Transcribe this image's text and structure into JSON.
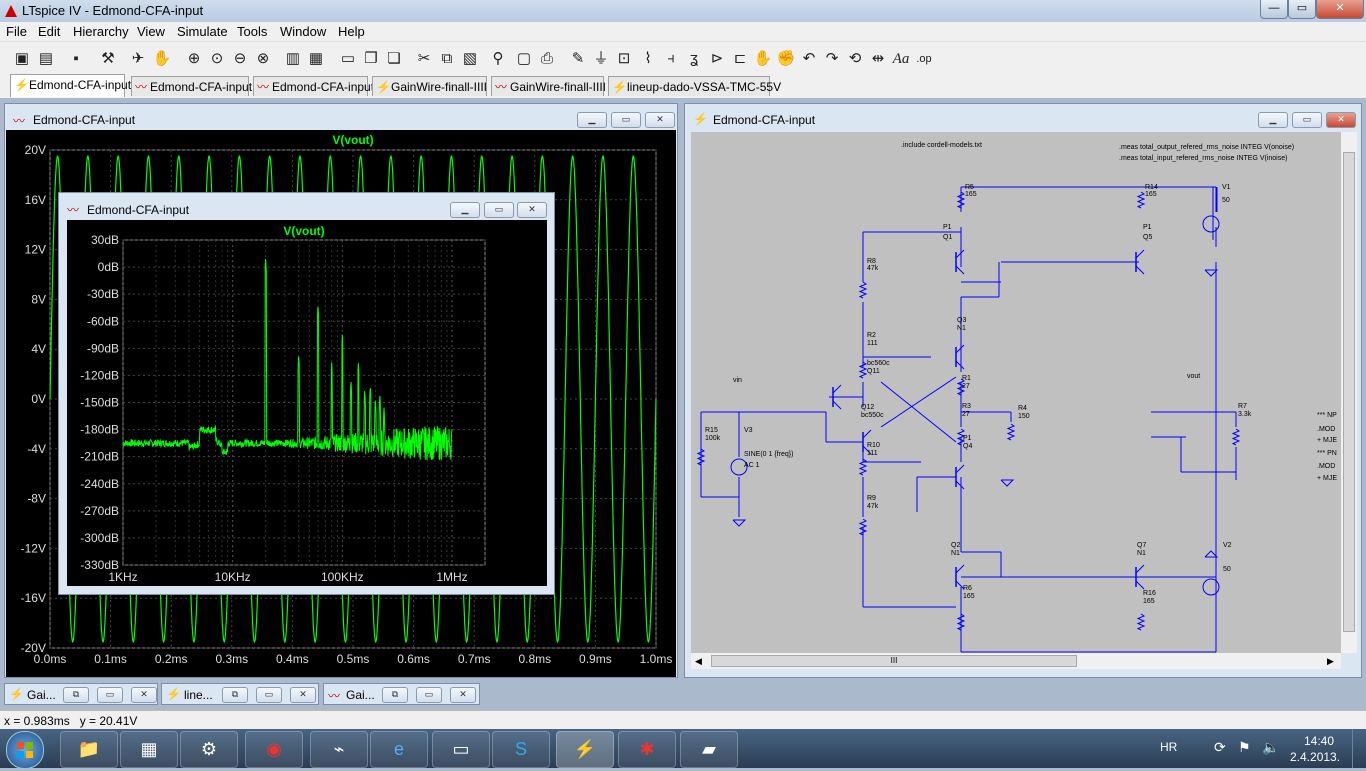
{
  "window": {
    "title": "LTspice IV - Edmond-CFA-input",
    "min": "—",
    "max": "▭",
    "close": "✕"
  },
  "menu": [
    "File",
    "Edit",
    "Hierarchy",
    "View",
    "Simulate",
    "Tools",
    "Window",
    "Help"
  ],
  "tabs": [
    {
      "label": "Edmond-CFA-input",
      "kind": "schematic",
      "active": true
    },
    {
      "label": "Edmond-CFA-input",
      "kind": "plot",
      "active": false
    },
    {
      "label": "Edmond-CFA-input",
      "kind": "plot",
      "active": false
    },
    {
      "label": "GainWire-finall-IIII",
      "kind": "schematic",
      "active": false
    },
    {
      "label": "GainWire-finall-IIII",
      "kind": "plot",
      "active": false
    },
    {
      "label": "lineup-dado-VSSA-TMC-55V",
      "kind": "schematic",
      "active": false
    }
  ],
  "waveform_window": {
    "title": "Edmond-CFA-input"
  },
  "fft_window": {
    "title": "Edmond-CFA-input"
  },
  "schematic_window": {
    "title": "Edmond-CFA-input"
  },
  "schematic": {
    "directives": [
      ".include cordell-models.txt",
      ".meas total_output_refered_rms_noise INTEG V(onoise)",
      ".meas total_input_refered_rms_noise INTEG V(inoise)"
    ],
    "labels": [
      "R5",
      "165",
      "R14",
      "165",
      "V1",
      "50",
      "P1",
      "Q1",
      "P1",
      "Q5",
      "R8",
      "47k",
      "Q3",
      "N1",
      "R2",
      "111",
      "bc560c",
      "Q11",
      "R1",
      "27",
      "vin",
      "R4",
      "150",
      "vout",
      "R7",
      "3.3k",
      "R15",
      "100k",
      "V3",
      "SINE(0 1 {freq})",
      "AC 1",
      "Q12",
      "bc550c",
      "R3",
      "27",
      "P1",
      "Q4",
      "R10",
      "111",
      "R9",
      "47k",
      "Q2",
      "N1",
      "Q7",
      "N1",
      "V2",
      "50",
      "R6",
      "165",
      "R16",
      "165",
      "*** NP",
      ".MOD",
      "+ MJE",
      "*** PN",
      ".MOD",
      "+ MJE"
    ],
    "scroll_thumb": "III"
  },
  "mini_windows": [
    "Gai...",
    "line...",
    "Gai..."
  ],
  "status": "x = 0.983ms   y = 20.41V",
  "taskbar": {
    "lang": "HR",
    "time": "14:40",
    "date": "2.4.2013."
  },
  "chart_data": [
    {
      "type": "line",
      "title": "V(vout)",
      "xlabel": "",
      "ylabel": "",
      "x_ticks": [
        "0.0ms",
        "0.1ms",
        "0.2ms",
        "0.3ms",
        "0.4ms",
        "0.5ms",
        "0.6ms",
        "0.7ms",
        "0.8ms",
        "0.9ms",
        "1.0ms"
      ],
      "y_ticks": [
        "20V",
        "16V",
        "12V",
        "8V",
        "4V",
        "0V",
        "-4V",
        "-8V",
        "-12V",
        "-16V",
        "-20V"
      ],
      "xlim": [
        0,
        1.0
      ],
      "ylim": [
        -20,
        20
      ],
      "series": [
        {
          "name": "V(vout)",
          "color": "#00ff00",
          "frequency_khz": 20,
          "amplitude": 19.5
        }
      ]
    },
    {
      "type": "line",
      "title": "V(vout)",
      "xlabel": "",
      "ylabel": "",
      "x_scale": "log",
      "x_ticks": [
        "1KHz",
        "10KHz",
        "100KHz",
        "1MHz"
      ],
      "y_ticks": [
        "30dB",
        "0dB",
        "-30dB",
        "-60dB",
        "-90dB",
        "-120dB",
        "-150dB",
        "-180dB",
        "-210dB",
        "-240dB",
        "-270dB",
        "-300dB",
        "-330dB"
      ],
      "xlim": [
        1000,
        2000000
      ],
      "ylim": [
        -330,
        30
      ],
      "series": [
        {
          "name": "V(vout)",
          "color": "#00ff00",
          "noise_floor_db": -195,
          "peaks_khz": [
            20,
            40,
            60,
            80,
            100,
            120,
            140,
            160,
            180,
            200,
            220,
            240
          ],
          "peaks_db": [
            12,
            -95,
            -40,
            -105,
            -75,
            -125,
            -105,
            -135,
            -130,
            -145,
            -140,
            -155
          ]
        }
      ]
    }
  ],
  "colors": {
    "trace": "#00ff00",
    "wire": "#0000ff",
    "grid": "#555555"
  }
}
